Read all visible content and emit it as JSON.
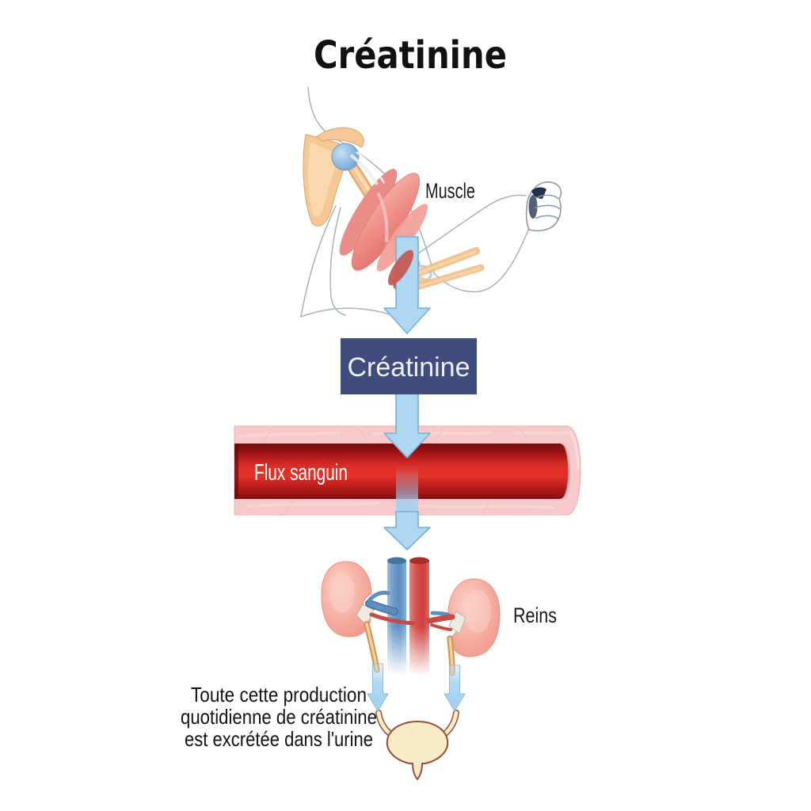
{
  "title": "Créatinine",
  "diagram": {
    "muscle_label": "Muscle",
    "creatinine_box_label": "Créatinine",
    "blood_vessel_label": "Flux sanguin",
    "kidneys_label": "Reins",
    "caption_lines": [
      "Toute cette production",
      "quotidienne de créatinine",
      "est excrétée dans l'urine"
    ]
  },
  "colors": {
    "background": "#ffffff",
    "title_text": "#111111",
    "label_text": "#1a1a1a",
    "creatinine_box_fill": "#3f4c7c",
    "creatinine_box_text": "#eef0f4",
    "arrow_fill": "#aed7f2",
    "arrow_outline": "#79aed6",
    "vessel_wall_pink": "#f6caca",
    "blood_bright_red": "#e43129",
    "blood_dark_red": "#6f0c0e",
    "blood_label_text": "#ffffff",
    "kidney_pink": "#f5ab9e",
    "vein_blue": "#5d8fc2",
    "artery_red": "#cc403c",
    "ureter_tan": "#cf9450",
    "bladder_cream": "#f7ecc6",
    "bladder_outline": "#96503c",
    "bone_tan": "#eec08e",
    "muscle_pink": "#ee8c86",
    "shoulder_joint_blue": "#8abade",
    "body_outline_gray": "#a9b2ba"
  }
}
